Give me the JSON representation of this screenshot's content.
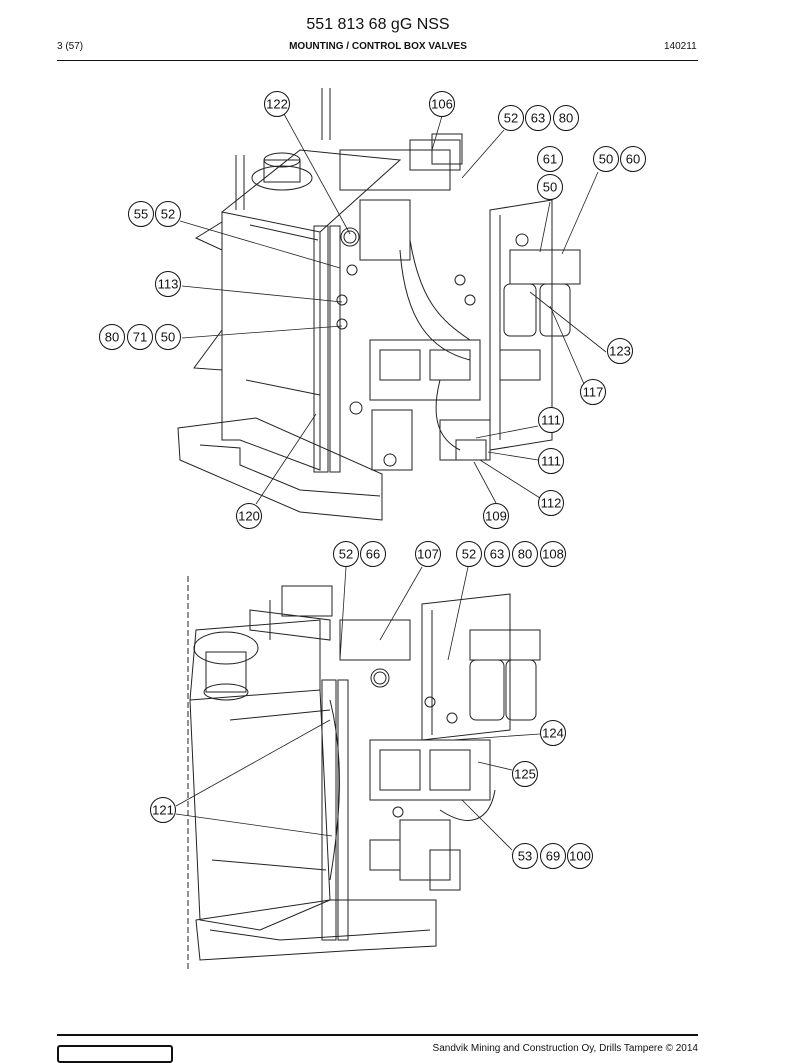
{
  "header": {
    "title": "551 813 68 gG NSS",
    "page": "3 (57)",
    "section": "MOUNTING / CONTROL BOX VALVES",
    "date": "140211"
  },
  "footer": {
    "copyright": "Sandvik Mining and Construction Oy, Drills Tampere © 2014"
  },
  "icons": {
    "brand_logo": "sandvik-logo-icon"
  },
  "callouts": [
    {
      "id": "c122",
      "label": "122"
    },
    {
      "id": "c106",
      "label": "106"
    },
    {
      "id": "c52a",
      "label": "52"
    },
    {
      "id": "c63a",
      "label": "63"
    },
    {
      "id": "c80a",
      "label": "80"
    },
    {
      "id": "c61",
      "label": "61"
    },
    {
      "id": "c50a",
      "label": "50"
    },
    {
      "id": "c60",
      "label": "60"
    },
    {
      "id": "c50b",
      "label": "50"
    },
    {
      "id": "c55",
      "label": "55"
    },
    {
      "id": "c52b",
      "label": "52"
    },
    {
      "id": "c113",
      "label": "113"
    },
    {
      "id": "c80b",
      "label": "80"
    },
    {
      "id": "c71",
      "label": "71"
    },
    {
      "id": "c50c",
      "label": "50"
    },
    {
      "id": "c123",
      "label": "123"
    },
    {
      "id": "c117",
      "label": "117"
    },
    {
      "id": "c111a",
      "label": "111"
    },
    {
      "id": "c111b",
      "label": "111"
    },
    {
      "id": "c112",
      "label": "112"
    },
    {
      "id": "c120",
      "label": "120"
    },
    {
      "id": "c109",
      "label": "109"
    },
    {
      "id": "c52c",
      "label": "52"
    },
    {
      "id": "c66",
      "label": "66"
    },
    {
      "id": "c107",
      "label": "107"
    },
    {
      "id": "c52d",
      "label": "52"
    },
    {
      "id": "c63b",
      "label": "63"
    },
    {
      "id": "c80c",
      "label": "80"
    },
    {
      "id": "c108",
      "label": "108"
    },
    {
      "id": "c124",
      "label": "124"
    },
    {
      "id": "c125",
      "label": "125"
    },
    {
      "id": "c121",
      "label": "121"
    },
    {
      "id": "c53",
      "label": "53"
    },
    {
      "id": "c69",
      "label": "69"
    },
    {
      "id": "c100",
      "label": "100"
    }
  ]
}
